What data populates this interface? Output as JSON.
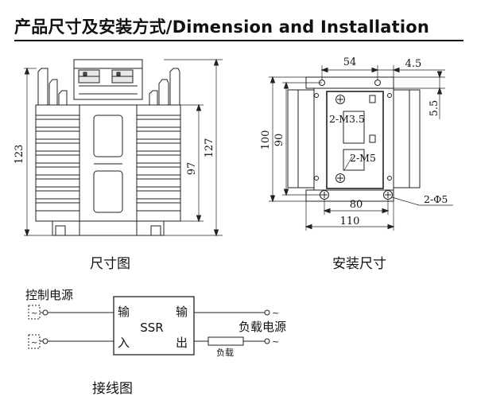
{
  "header": {
    "title": "产品尺寸及安装方式/Dimension and  Installation"
  },
  "dimension_view": {
    "caption": "尺寸图",
    "dims": {
      "height_left": "123",
      "height_right": "127",
      "height_inner": "97"
    }
  },
  "installation_view": {
    "caption": "安装尺寸",
    "dims": {
      "top_width": "54",
      "top_offset": "4.5",
      "side_offset": "5.5",
      "height_outer": "100",
      "height_inner": "90",
      "bottom_inner": "80",
      "bottom_outer": "110"
    },
    "labels": {
      "screw_top": "2-M3.5",
      "screw_mid": "2-M5",
      "holes": "2-Φ5"
    }
  },
  "wiring_view": {
    "caption": "接线图",
    "control_source": "控制电源",
    "load_source": "负载电源",
    "ssr": "SSR",
    "input_top": "输",
    "input_bottom": "入",
    "output_top": "输",
    "output_bottom": "出",
    "load": "负载",
    "ac_symbol": "~"
  }
}
